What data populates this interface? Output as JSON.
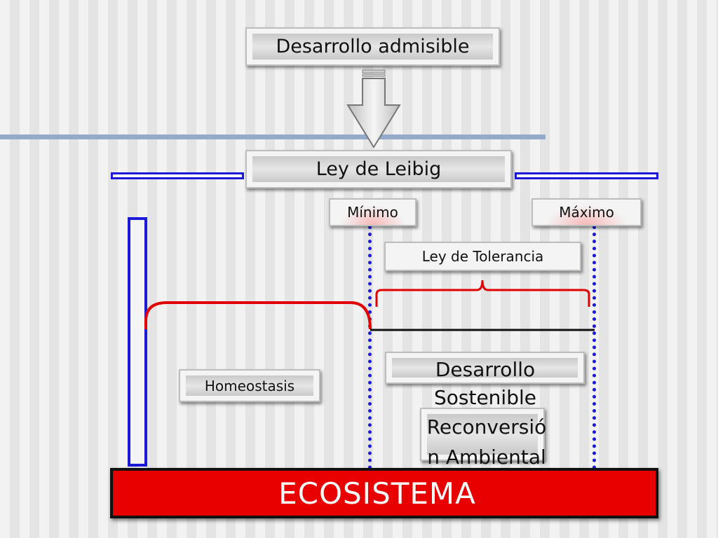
{
  "boxes": {
    "desarrollo_admisible": "Desarrollo admisible",
    "ley_leibig": "Ley de Leibig",
    "minimo": "Mínimo",
    "maximo": "Máximo",
    "ley_tolerancia": "Ley de Tolerancia",
    "homeostasis": "Homeostasis",
    "desarrollo_sostenible": "Desarrollo Sostenible",
    "reconversion": "Reconversión Ambiental",
    "ecosistema": "ECOSISTEMA"
  },
  "colors": {
    "blue": "#1a1ad8",
    "red": "#e00000",
    "steel": "#8fa8c8"
  }
}
